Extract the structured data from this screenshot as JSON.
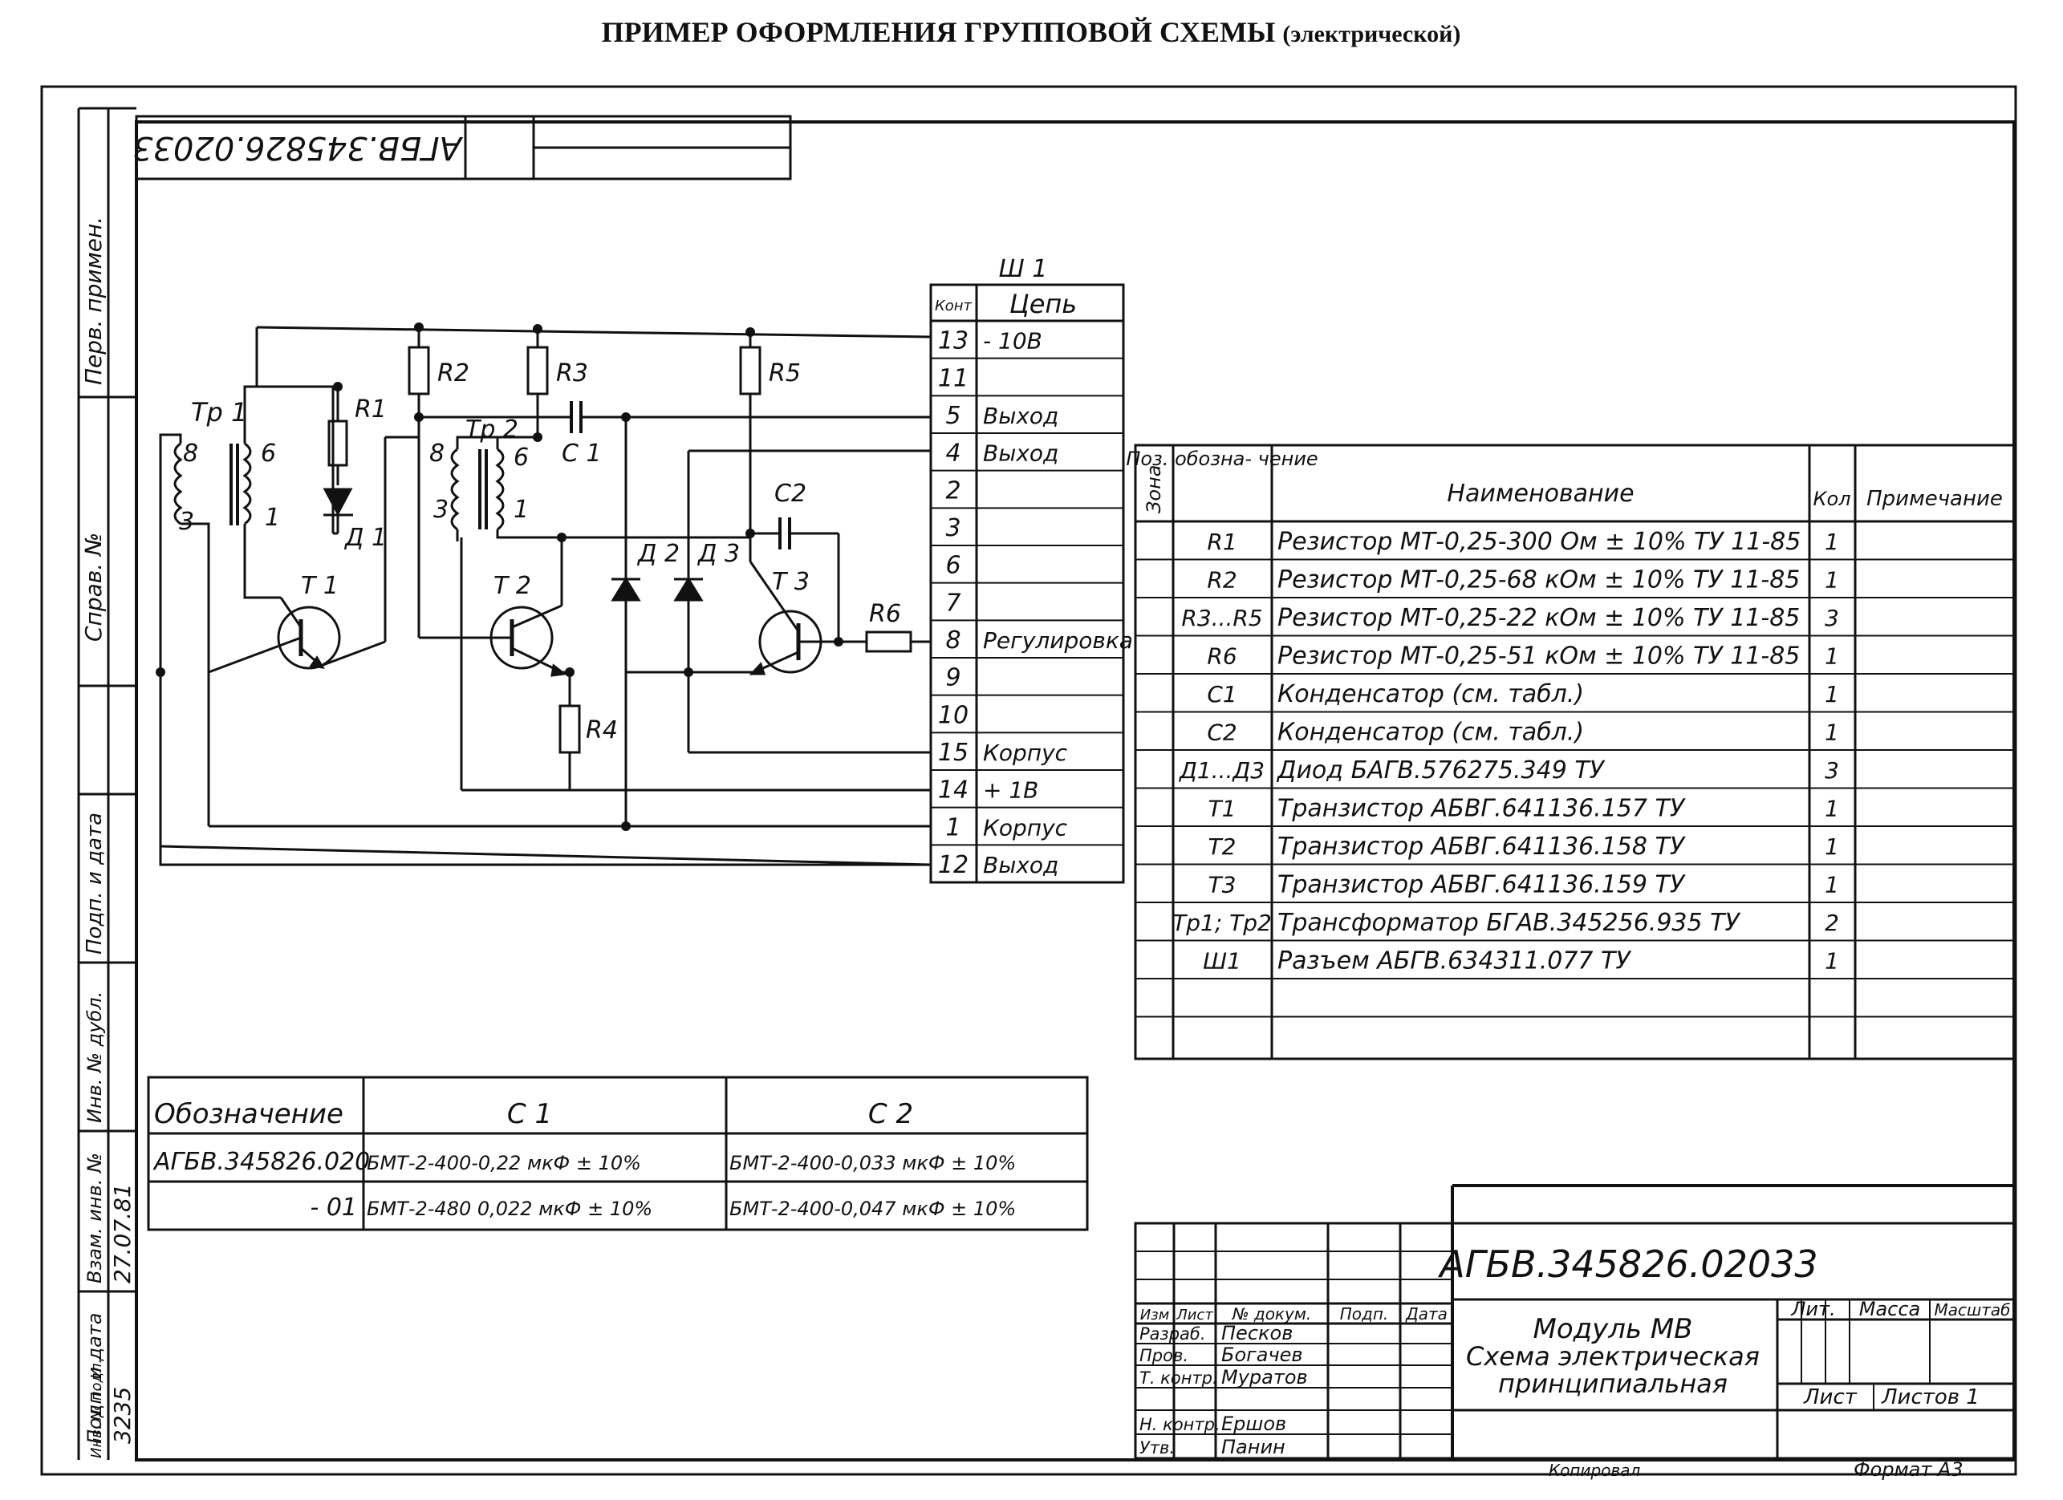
{
  "page_title": "ПРИМЕР ОФОРМЛЕНИЯ ГРУППОВОЙ СХЕМЫ",
  "page_title_note": "(электрической)",
  "rotated_code": "АГБВ.345826.02033",
  "side_strip": {
    "perv_primen": "Перв. примен.",
    "sprav_no": "Справ. №",
    "podp_data_1": "Подп. и дата",
    "inv_dubl": "Инв. № дубл.",
    "vzam_inv": "Взам. инв. №",
    "podp_data_2": "Подп. и дата",
    "date_value": "27.07.81",
    "inv_podl": "Инв. № подл.",
    "inv_value": "3235"
  },
  "schematic": {
    "labels": {
      "tr1": "Тр 1",
      "tr2": "Тр 2",
      "w8a": "8",
      "w3a": "3",
      "w6a": "6",
      "w1a": "1",
      "w8b": "8",
      "w3b": "3",
      "w6b": "6",
      "w1b": "1",
      "r1": "R1",
      "r2": "R2",
      "r3": "R3",
      "r4": "R4",
      "r5": "R5",
      "r6": "R6",
      "c1": "С 1",
      "c2": "С2",
      "d1": "Д 1",
      "d2": "Д 2",
      "d3": "Д 3",
      "t1": "Т 1",
      "t2": "Т 2",
      "t3": "Т 3"
    },
    "connector": {
      "name": "Ш 1",
      "col_kont": "Конт",
      "col_cep": "Цепь",
      "rows": [
        {
          "pin": "13",
          "net": "- 10В"
        },
        {
          "pin": "11",
          "net": ""
        },
        {
          "pin": "5",
          "net": "Выход"
        },
        {
          "pin": "4",
          "net": "Выход"
        },
        {
          "pin": "2",
          "net": ""
        },
        {
          "pin": "3",
          "net": ""
        },
        {
          "pin": "6",
          "net": ""
        },
        {
          "pin": "7",
          "net": ""
        },
        {
          "pin": "8",
          "net": "Регулировка"
        },
        {
          "pin": "9",
          "net": ""
        },
        {
          "pin": "10",
          "net": ""
        },
        {
          "pin": "15",
          "net": "Корпус"
        },
        {
          "pin": "14",
          "net": "+ 1В"
        },
        {
          "pin": "1",
          "net": "Корпус"
        },
        {
          "pin": "12",
          "net": "Выход"
        }
      ]
    }
  },
  "parts_list": {
    "headers": {
      "zona": "Зона",
      "poz": "Поз. обозна- чение",
      "naim": "Наименование",
      "kol": "Кол",
      "prim": "Примечание"
    },
    "rows": [
      {
        "poz": "R1",
        "naim": "Резистор МТ-0,25-300 Ом ± 10% ТУ 11-85",
        "kol": "1"
      },
      {
        "poz": "R2",
        "naim": "Резистор МТ-0,25-68 кОм ± 10% ТУ 11-85",
        "kol": "1"
      },
      {
        "poz": "R3...R5",
        "naim": "Резистор МТ-0,25-22 кОм ± 10% ТУ 11-85",
        "kol": "3"
      },
      {
        "poz": "R6",
        "naim": "Резистор МТ-0,25-51 кОм ± 10% ТУ 11-85",
        "kol": "1"
      },
      {
        "poz": "С1",
        "naim": "Конденсатор (см. табл.)",
        "kol": "1"
      },
      {
        "poz": "С2",
        "naim": "Конденсатор (см. табл.)",
        "kol": "1"
      },
      {
        "poz": "Д1...Д3",
        "naim": "Диод БАГВ.576275.349 ТУ",
        "kol": "3"
      },
      {
        "poz": "Т1",
        "naim": "Транзистор АБВГ.641136.157 ТУ",
        "kol": "1"
      },
      {
        "poz": "Т2",
        "naim": "Транзистор АБВГ.641136.158 ТУ",
        "kol": "1"
      },
      {
        "poz": "Т3",
        "naim": "Транзистор АБВГ.641136.159 ТУ",
        "kol": "1"
      },
      {
        "poz": "Тр1; Тр2",
        "naim": "Трансформатор БГАВ.345256.935 ТУ",
        "kol": "2"
      },
      {
        "poz": "Ш1",
        "naim": "Разъем АБГВ.634311.077 ТУ",
        "kol": "1"
      }
    ]
  },
  "variants_table": {
    "headers": {
      "oboz": "Обозначение",
      "c1": "С 1",
      "c2": "С 2"
    },
    "rows": [
      {
        "oboz": "АГБВ.345826.020",
        "c1": "БМТ-2-400-0,22 мкФ ± 10%",
        "c2": "БМТ-2-400-0,033 мкФ ± 10%"
      },
      {
        "oboz": "- 01",
        "c1": "БМТ-2-480 0,022 мкФ ± 10%",
        "c2": "БМТ-2-400-0,047 мкФ ± 10%"
      }
    ]
  },
  "title_block": {
    "code": "АГБВ.345826.02033",
    "name_line1": "Модуль МВ",
    "name_line2": "Схема электрическая",
    "name_line3": "принципиальная",
    "col_izm": "Изм",
    "col_list": "Лист",
    "col_doc": "№ докум.",
    "col_podp": "Подп.",
    "col_data": "Дата",
    "roles": [
      {
        "role": "Разраб.",
        "name": "Песков"
      },
      {
        "role": "Пров.",
        "name": "Богачев"
      },
      {
        "role": "Т. контр.",
        "name": "Муратов"
      },
      {
        "role": "",
        "name": ""
      },
      {
        "role": "Н. контр.",
        "name": "Ершов"
      },
      {
        "role": "Утв.",
        "name": "Панин"
      }
    ],
    "lit": "Лит.",
    "massa": "Масса",
    "masshtab": "Масштаб",
    "list": "Лист",
    "listov": "Листов 1",
    "kopiroval": "Копировал",
    "format": "Формат А3"
  }
}
